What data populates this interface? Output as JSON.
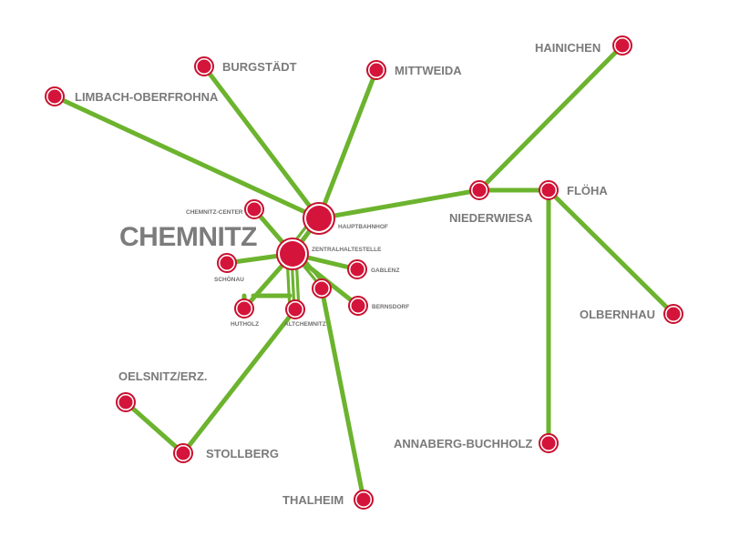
{
  "map": {
    "city_label": "CHEMNITZ",
    "colors": {
      "line": "#6cb32e",
      "stop": "#d4143a",
      "label": "#7a7a7a"
    },
    "stations": {
      "hainichen": "HAINICHEN",
      "burgstaedt": "BURGSTÄDT",
      "mittweida": "MITTWEIDA",
      "limbach": "LIMBACH-OBERFROHNA",
      "niederwiesa": "NIEDERWIESA",
      "floeha": "FLÖHA",
      "chemnitz_center": "CHEMNITZ-CENTER",
      "hauptbahnhof": "HAUPTBAHNHOF",
      "zentralhaltestelle": "ZENTRALHALTESTELLE",
      "schoenau": "SCHÖNAU",
      "gablenz": "GABLENZ",
      "bernsdorf": "BERNSDORF",
      "hutholz": "HUTHOLZ",
      "altchemnitz": "ALTCHEMNITZ",
      "olbernhau": "OLBERNHAU",
      "oelsnitz": "OELSNITZ/ERZ.",
      "stollberg": "STOLLBERG",
      "annaberg": "ANNABERG-BUCHHOLZ",
      "thalheim": "THALHEIM"
    }
  }
}
